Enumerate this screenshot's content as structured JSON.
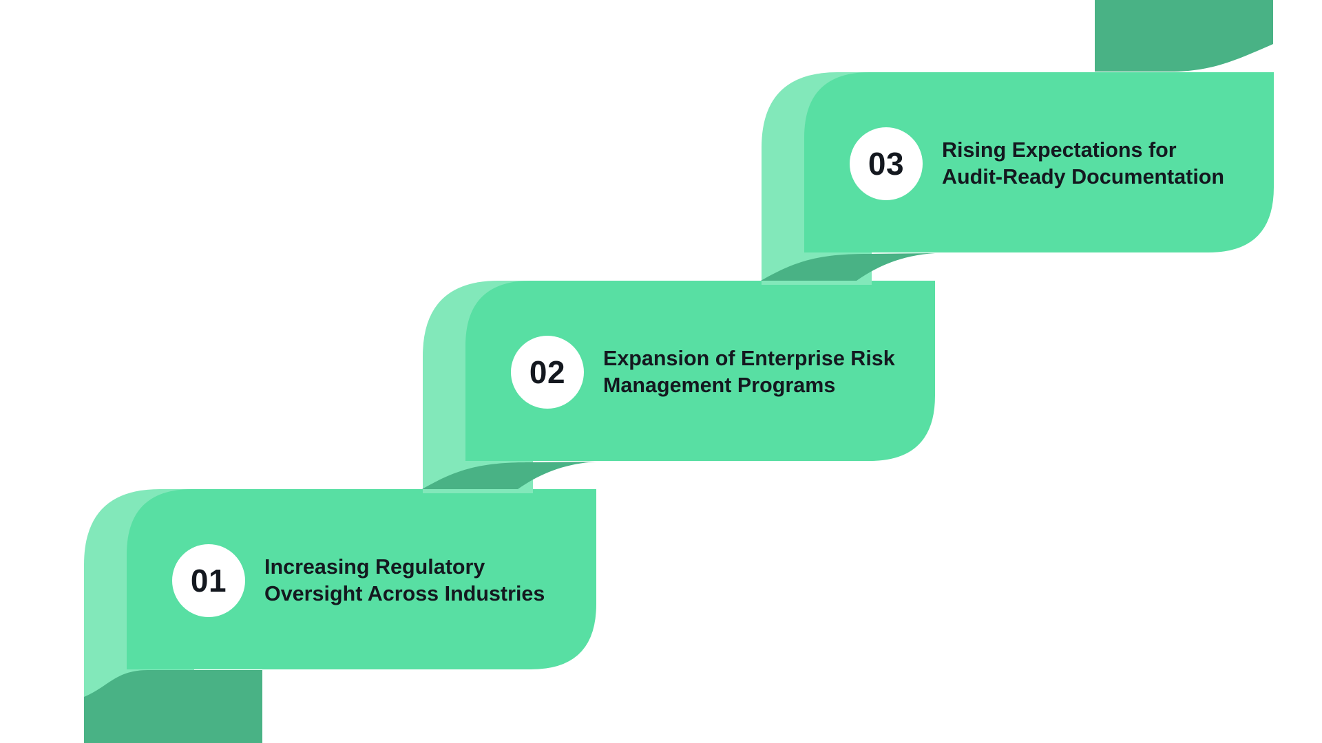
{
  "steps": [
    {
      "number": "01",
      "line1": "Increasing Regulatory",
      "line2": "Oversight Across Industries"
    },
    {
      "number": "02",
      "line1": "Expansion of Enterprise Risk",
      "line2": "Management Programs"
    },
    {
      "number": "03",
      "line1": "Rising Expectations for",
      "line2": "Audit-Ready Documentation"
    }
  ],
  "colors": {
    "ribbon_body": "#58DFA3",
    "ribbon_edge_highlight": "#82E8BA",
    "ribbon_fold_dark": "#49B285",
    "circle_fill": "#FFFFFF",
    "text": "#14181F",
    "background": "#FFFFFF"
  }
}
